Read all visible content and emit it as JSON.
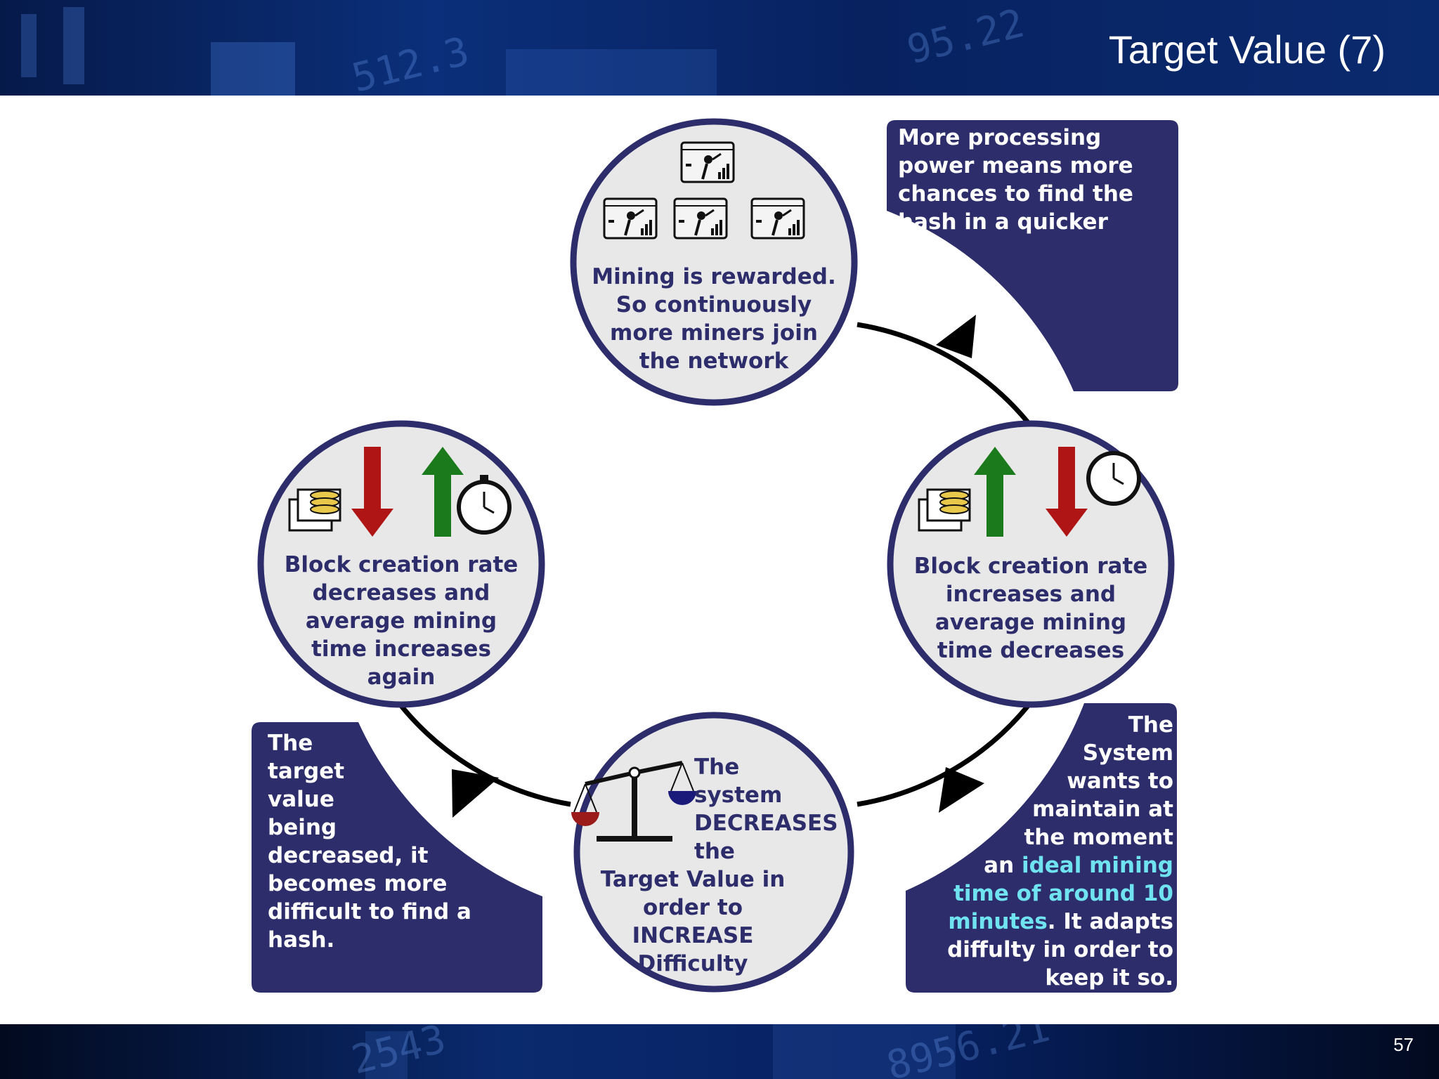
{
  "slide": {
    "title": "Target Value (7)",
    "page_number": "57"
  },
  "decor": {
    "header_numbers": [
      "512.3",
      "95.22"
    ],
    "footer_numbers": [
      "2543",
      "8956.21"
    ]
  },
  "colors": {
    "node_fill": "#e8e8e8",
    "node_border": "#2e2d6b",
    "box_fill": "#2e2d6b",
    "arrow": "#000000",
    "arrow_up": "#1b7a1b",
    "arrow_down": "#b01515",
    "highlight_text": "#6fe3f0"
  },
  "nodes": {
    "top": "Mining is rewarded.\nSo continuously\nmore miners join\nthe network",
    "right": "Block creation rate\nincreases and\naverage mining\ntime decreases",
    "bottom": {
      "side": "The\nsystem\nDECREASES\nthe",
      "lower": "Target Value in\norder to\nINCREASE\nDifficulty"
    },
    "left": "Block creation rate\ndecreases and\naverage mining\ntime increases\nagain"
  },
  "boxes": {
    "top_right": "More processing\npower means more\nchances to find the\n     hash in a quicker\n          time",
    "bottom_right": {
      "before": "The\nSystem\nwants to\nmaintain at\nthe moment\nan ",
      "highlight": "ideal mining\ntime of around 10\nminutes",
      "after": ". It adapts\ndiffulty in order to\nkeep it so."
    },
    "bottom_left": "The\ntarget\nvalue\nbeing\ndecreased, it\nbecomes more\ndifficult to find a\nhash."
  },
  "icons": {
    "top": [
      "mining-server-icon",
      "mining-server-icon",
      "mining-server-icon",
      "mining-server-icon"
    ],
    "right": [
      "coin-blocks-icon",
      "green-up-arrow-icon",
      "red-down-arrow-icon",
      "stopwatch-icon"
    ],
    "bottom": [
      "balance-scale-icon"
    ],
    "left": [
      "coin-blocks-icon",
      "red-down-arrow-icon",
      "green-up-arrow-icon",
      "stopwatch-icon"
    ]
  }
}
